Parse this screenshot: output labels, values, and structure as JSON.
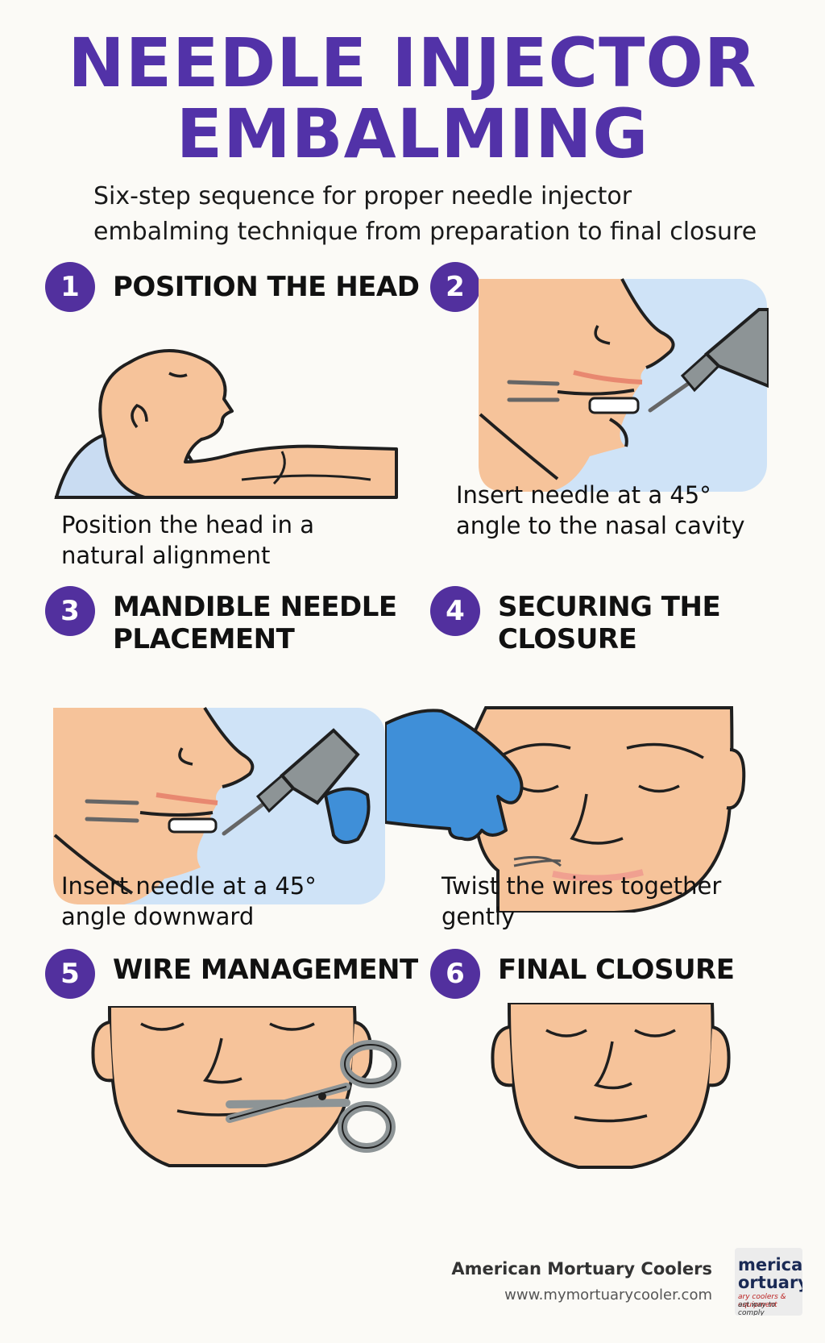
{
  "header": {
    "title_line1": "NEEDLE INJECTOR",
    "title_line2": "EMBALMING",
    "subtitle_line1": "Six-step sequence for proper needle injector",
    "subtitle_line2": "embalming technique from preparation to final closure"
  },
  "steps": [
    {
      "number": "1",
      "title_line1": "POSITION THE HEAD",
      "title_line2": "",
      "caption_line1": "Position the head in a",
      "caption_line2": "natural alignment"
    },
    {
      "number": "2",
      "title_line1": "",
      "title_line2": "",
      "caption_line1": "Insert needle at a 45°",
      "caption_line2": "angle to the nasal cavity"
    },
    {
      "number": "3",
      "title_line1": "MANDIBLE NEEDLE",
      "title_line2": "PLACEMENT",
      "caption_line1": "Insert needle at a 45°",
      "caption_line2": "angle downward"
    },
    {
      "number": "4",
      "title_line1": "SECURING THE",
      "title_line2": "CLOSURE",
      "caption_line1": "Twist the wires together",
      "caption_line2": "gently"
    },
    {
      "number": "5",
      "title_line1": "WIRE MANAGEMENT",
      "title_line2": ""
    },
    {
      "number": "6",
      "title_line1": "FINAL CLOSURE",
      "title_line2": ""
    }
  ],
  "footer": {
    "company": "American Mortuary Coolers",
    "url": "www.mymortuarycooler.com",
    "logo_line1": "merican",
    "logo_line2": "ortuary",
    "logo_line3": "ary coolers & equipment",
    "logo_line4": "ast way to comply"
  },
  "icons": [
    "position-head-illustration",
    "nasal-needle-illustration",
    "mandible-needle-illustration",
    "wire-twist-illustration",
    "scissors-icon",
    "closed-face-illustration"
  ],
  "colors": {
    "title": "#5232a8",
    "badge": "#52309e",
    "skin": "#f6c39a",
    "outline": "#1f1f1f",
    "panel": "#cfe3f7",
    "glove": "#3f8fd8",
    "tool": "#8d9496"
  }
}
